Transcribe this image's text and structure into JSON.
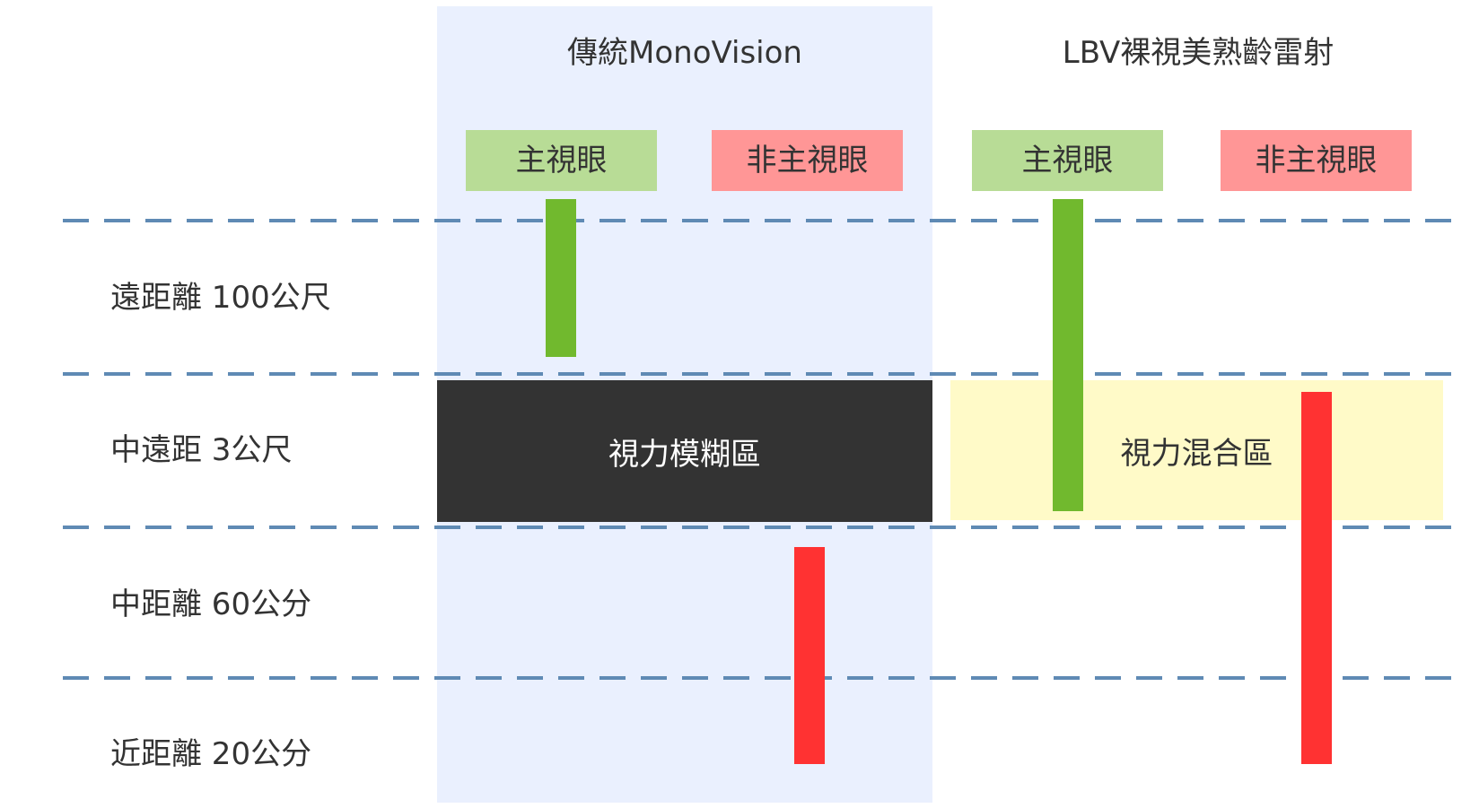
{
  "diagram": {
    "columns": [
      {
        "title": "傳統MonoVision",
        "eyes": [
          {
            "label": "主視眼",
            "color": "#b8dc96",
            "bar_color": "#71b92e",
            "range": {
              "from": "top",
              "to": "遠距離 100公尺"
            }
          },
          {
            "label": "非主視眼",
            "color": "#ff9696",
            "bar_color": "#ff3232",
            "range": {
              "from": "中距離 60公分",
              "to": "近距離 20公分"
            }
          }
        ],
        "zone": {
          "label": "視力模糊區",
          "row": "中遠距 3公尺",
          "color": "#333333"
        },
        "background": "#eaf0fe"
      },
      {
        "title": "LBV裸視美熟齡雷射",
        "eyes": [
          {
            "label": "主視眼",
            "color": "#b8dc96",
            "bar_color": "#71b92e",
            "range": {
              "from": "top",
              "to": "中遠距 3公尺"
            }
          },
          {
            "label": "非主視眼",
            "color": "#ff9696",
            "bar_color": "#ff3232",
            "range": {
              "from": "中遠距 3公尺",
              "to": "近距離 20公分"
            }
          }
        ],
        "zone": {
          "label": "視力混合區",
          "row": "中遠距 3公尺",
          "color": "#fffac8"
        }
      }
    ],
    "rows": [
      {
        "label": "遠距離 100公尺"
      },
      {
        "label": "中遠距 3公尺"
      },
      {
        "label": "中距離 60公分"
      },
      {
        "label": "近距離 20公分"
      }
    ],
    "divider_color": "#5f8ab4"
  }
}
